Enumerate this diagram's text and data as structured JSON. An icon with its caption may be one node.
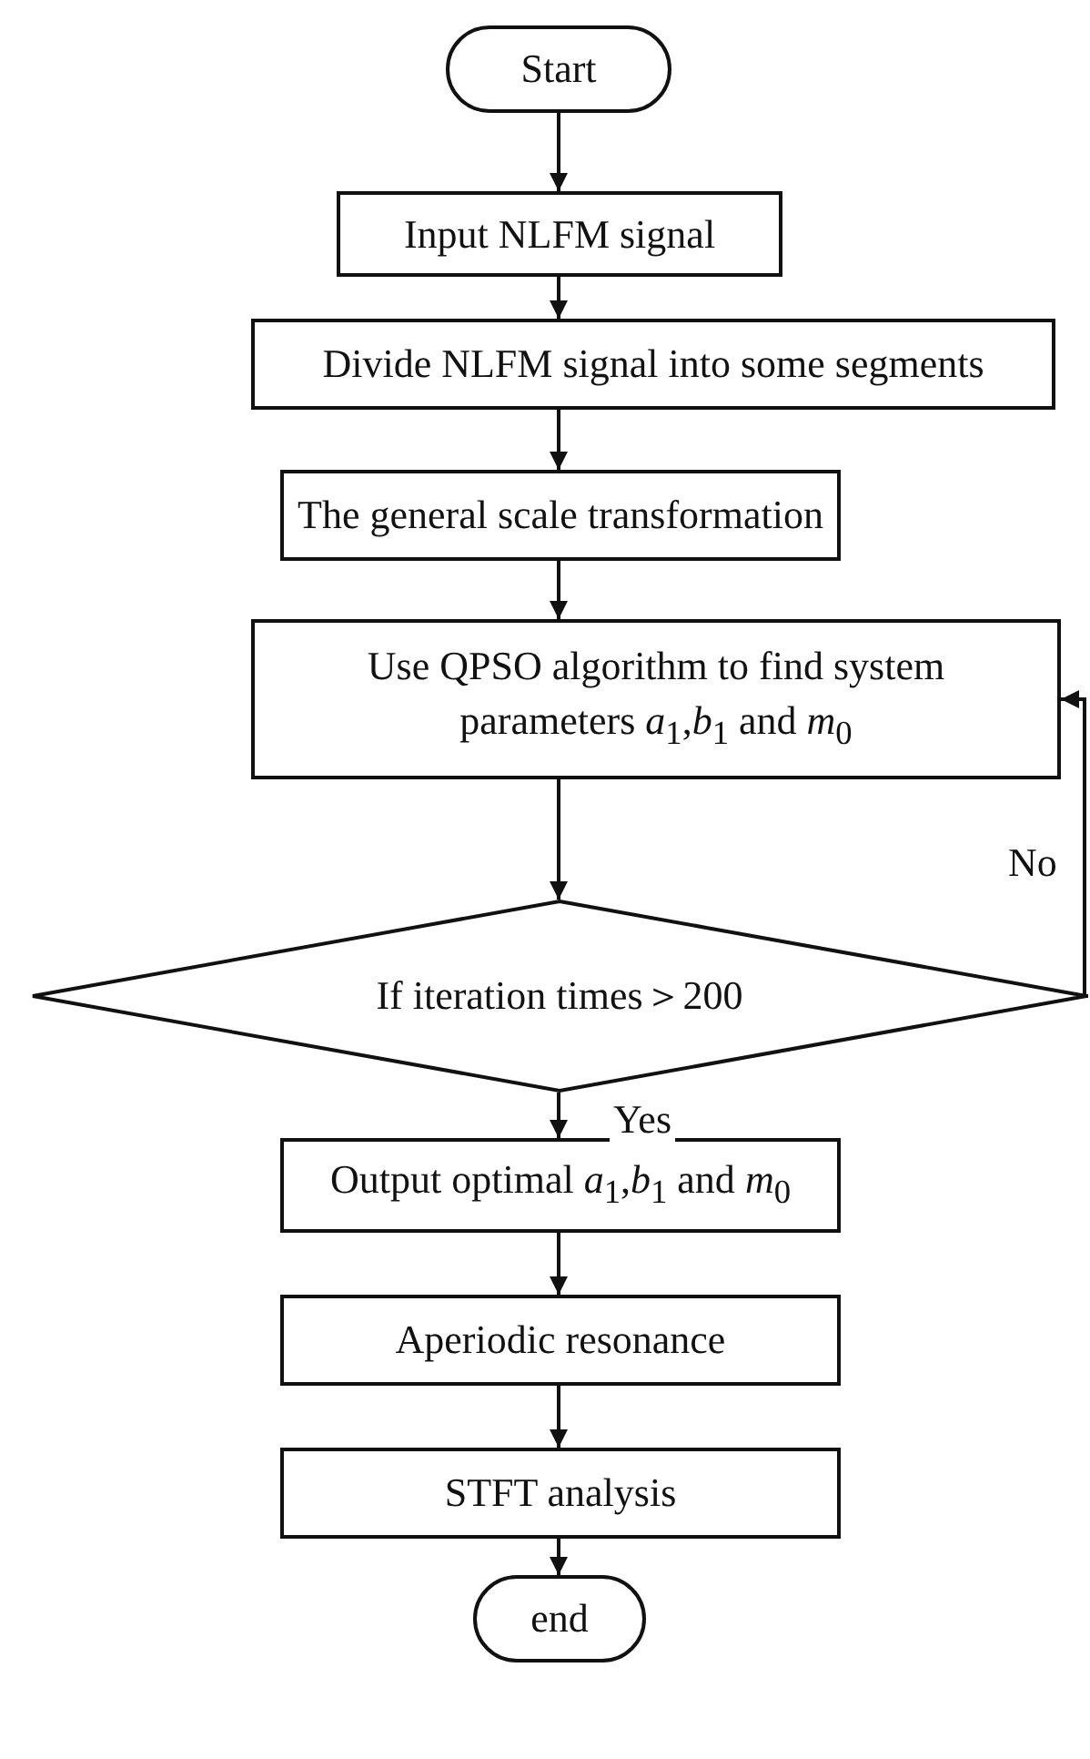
{
  "diagram": {
    "nodes": [
      {
        "text": [
          "Start"
        ]
      },
      {
        "text": [
          "Input NLFM signal"
        ]
      },
      {
        "text": [
          "Divide NLFM signal into some segments"
        ]
      },
      {
        "text": [
          "The general scale transformation"
        ]
      },
      {
        "text": [
          "Use QPSO algorithm to find system parameters *a*$_{1}$,*b*$_{1}$ and *m*$_{0}$"
        ]
      },
      {
        "text": [
          "If iteration times＞200"
        ]
      },
      {
        "text": [
          "Output optimal *a*$_{1}$,*b*$_{1}$ and *m*$_{0}$"
        ]
      },
      {
        "text": [
          "Aperiodic resonance"
        ]
      },
      {
        "text": [
          "STFT analysis"
        ]
      },
      {
        "text": [
          "end"
        ]
      }
    ],
    "edges": [
      {
        "from": 0,
        "to": 1,
        "arrow": "to"
      },
      {
        "from": 1,
        "to": 2,
        "arrow": "to"
      },
      {
        "from": 2,
        "to": 3,
        "arrow": "to"
      },
      {
        "from": 3,
        "to": 4,
        "arrow": "to"
      },
      {
        "from": 4,
        "to": 5,
        "arrow": "to"
      },
      {
        "from": 5,
        "to": 6,
        "arrow": "to",
        "label": "Yes"
      },
      {
        "from": 5,
        "to": 4,
        "arrow": "to",
        "label": "No"
      },
      {
        "from": 6,
        "to": 7,
        "arrow": "to"
      },
      {
        "from": 7,
        "to": 8,
        "arrow": "to"
      },
      {
        "from": 8,
        "to": 9,
        "arrow": "to"
      }
    ]
  }
}
